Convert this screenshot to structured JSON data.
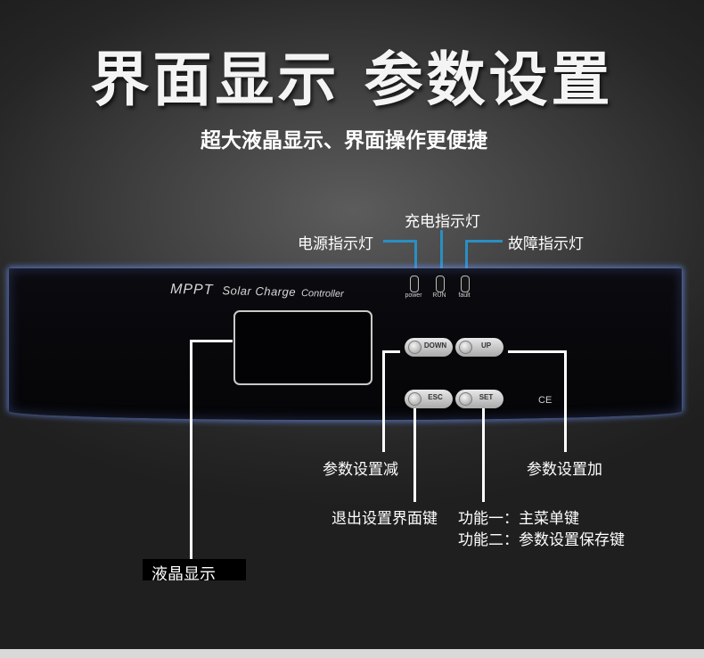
{
  "header": {
    "title": "界面显示 参数设置",
    "subtitle": "超大液晶显示、界面操作更便捷"
  },
  "indicators": {
    "power_label": "电源指示灯",
    "charge_label": "充电指示灯",
    "fault_label": "故障指示灯",
    "leds": [
      "power",
      "RUN",
      "fault"
    ]
  },
  "panel": {
    "brand_big": "MPPT",
    "brand_mid": "Solar Charge",
    "brand_small": "Controller",
    "ce_mark": "CE",
    "buttons": {
      "down": "DOWN",
      "up": "UP",
      "esc": "ESC",
      "set": "SET"
    }
  },
  "callouts": {
    "param_decrease": "参数设置减",
    "param_increase": "参数设置加",
    "exit_settings": "退出设置界面键",
    "set_function_1": "功能一：主菜单键",
    "set_function_2": "功能二：参数设置保存键",
    "lcd_display": "液晶显示"
  },
  "colors": {
    "panel_glow": "#6e96ff",
    "indicator_line": "#2a8fc4"
  }
}
